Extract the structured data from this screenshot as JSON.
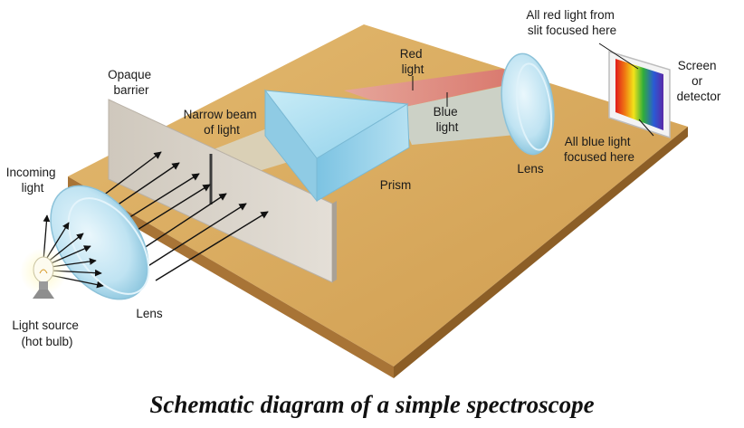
{
  "caption": "Schematic diagram of a simple spectroscope",
  "labels": {
    "light_source": [
      "Light source",
      "(hot bulb)"
    ],
    "incoming_light": [
      "Incoming",
      "light"
    ],
    "lens_1": [
      "Lens"
    ],
    "opaque_barrier": [
      "Opaque",
      "barrier"
    ],
    "narrow_beam": [
      "Narrow beam",
      "of light"
    ],
    "prism": [
      "Prism"
    ],
    "red_light": [
      "Red",
      "light"
    ],
    "blue_light": [
      "Blue",
      "light"
    ],
    "lens_2": [
      "Lens"
    ],
    "all_red": [
      "All red light from",
      "slit focused here"
    ],
    "all_blue": [
      "All blue light",
      "focused here"
    ],
    "screen": [
      "Screen",
      "or",
      "detector"
    ]
  },
  "colors": {
    "table_top": "#d9aa5e",
    "table_edge": "#9c6d2c",
    "barrier": "#d8d2c8",
    "prism": "#a9dcef",
    "red_beam": "#e38b8b",
    "blue_beam": "#b9d6e6",
    "lens": "#bfe3f2"
  }
}
